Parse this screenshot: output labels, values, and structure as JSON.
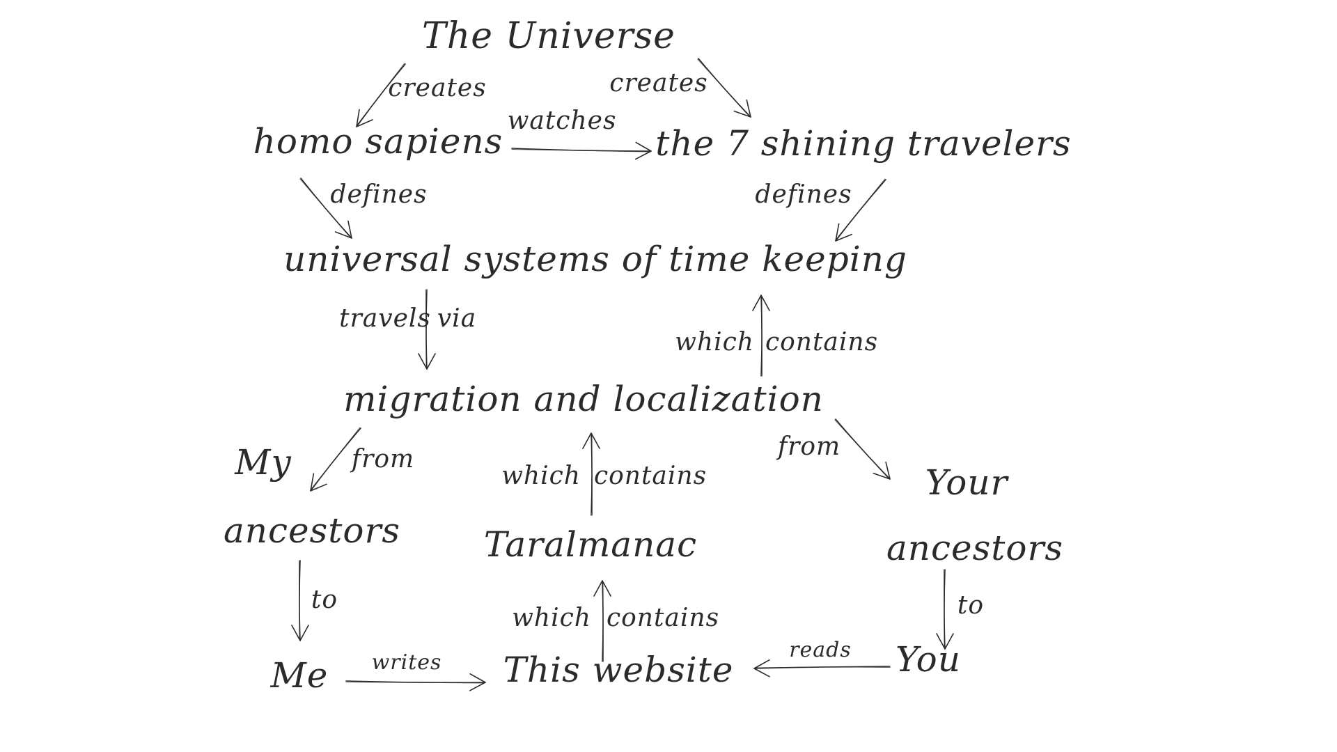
{
  "colors": {
    "ink": "#2b2b2b",
    "background": "#ffffff"
  },
  "nodes": {
    "universe": "The Universe",
    "homo_sapiens": "homo sapiens",
    "travelers": "the 7 shining travelers",
    "time_keeping": "universal systems of time keeping",
    "migration": "migration and localization",
    "my": "My",
    "my_ancestors": "ancestors",
    "your": "Your",
    "your_ancestors": "ancestors",
    "taralmanac": "Taralmanac",
    "me": "Me",
    "website": "This website",
    "you": "You"
  },
  "edges": {
    "creates_left": "creates",
    "creates_right": "creates",
    "watches": "watches",
    "defines_left": "defines",
    "defines_right": "defines",
    "travels": "travels",
    "via": "via",
    "which_1": "which",
    "contains_1": "contains",
    "my_from": "from",
    "your_from": "from",
    "which_2": "which",
    "contains_2": "contains",
    "which_3": "which",
    "contains_3": "contains",
    "to_left": "to",
    "to_right": "to",
    "writes": "writes",
    "reads": "reads"
  }
}
